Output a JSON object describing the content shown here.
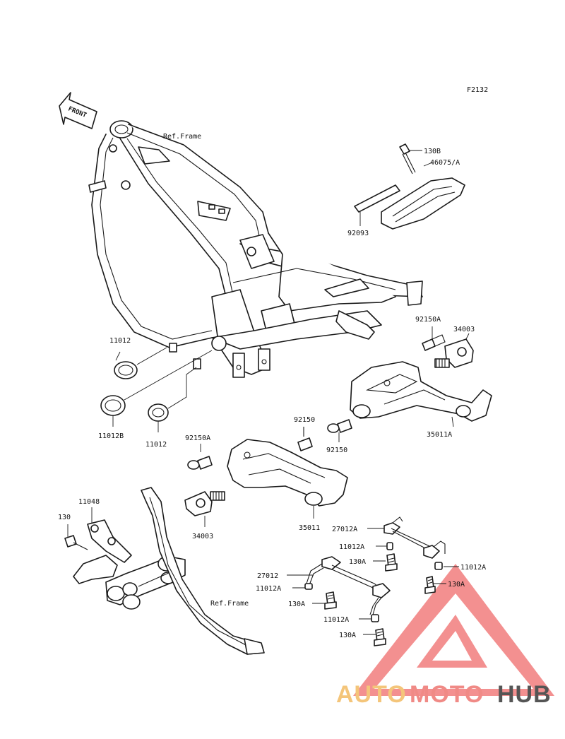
{
  "figure_code": "F2132",
  "front_label": "FRONT",
  "ref_frame_top": "Ref.Frame",
  "ref_frame_bottom": "Ref.Frame",
  "parts": {
    "p130B": "130B",
    "p46075A": "46075/A",
    "p92093": "92093",
    "p92150A_right": "92150A",
    "p34003_right": "34003",
    "p35011A": "35011A",
    "p92150_top": "92150",
    "p92150_bottom": "92150",
    "p92150A_left": "92150A",
    "p34003_left": "34003",
    "p35011": "35011",
    "p11012_top": "11012",
    "p11012B": "11012B",
    "p11012_bottom": "11012",
    "p11048": "11048",
    "p130": "130",
    "p27012A": "27012A",
    "p11012A_1": "11012A",
    "p130A_1": "130A",
    "p11012A_2": "11012A",
    "p130A_2": "130A",
    "p27012": "27012",
    "p11012A_3": "11012A",
    "p130A_3": "130A",
    "p11012A_4": "11012A",
    "p130A_4": "130A"
  },
  "watermark": {
    "part1": "AUTO",
    "part2": "MOTO",
    "part3": "HUB",
    "color1": "#f4c57a",
    "color2": "#f08a86",
    "color3": "#555555",
    "triangle_color": "#ef6b6b"
  }
}
